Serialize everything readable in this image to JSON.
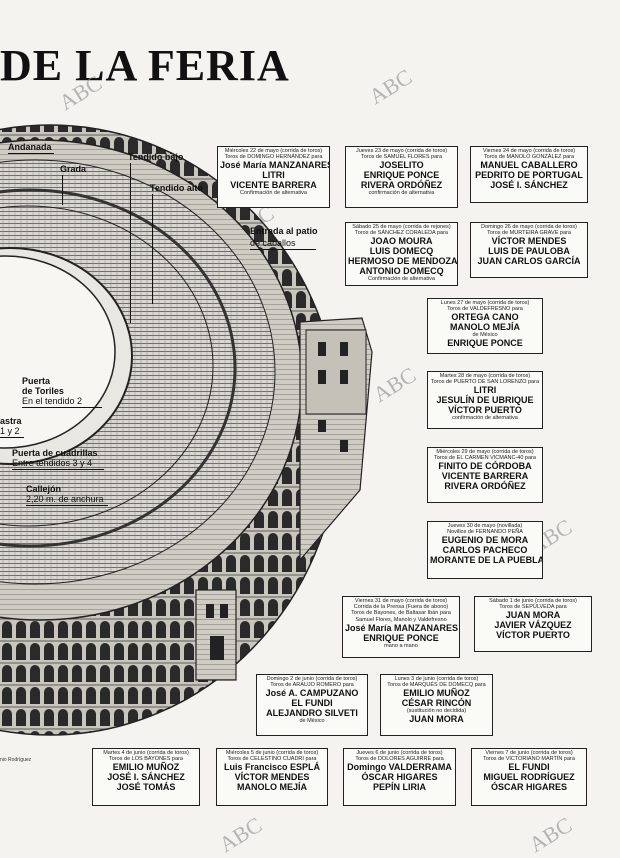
{
  "header": {
    "title": "DE LA FERIA"
  },
  "watermark": "ABC",
  "plaza_labels": {
    "andanada": "Andanada",
    "grada": "Grada",
    "tendido_bajo": "Tendido bajo",
    "tendido_alto": "Tendido alto",
    "entrada_l1": "Entrada al patio",
    "entrada_l2": "de caballos",
    "toriles_l1": "Puerta",
    "toriles_l2": "de Toriles",
    "toriles_l3": "En el tendido 2",
    "maestra_l1": "astra",
    "maestra_l2": "1 y 2",
    "cuadrillas_l1": "Puerta de cuadrillas",
    "cuadrillas_l2": "Entre tendidos 3 y 4",
    "callejon_l1": "Callejón",
    "callejon_l2": "2,20 m. de anchura"
  },
  "credit": "nio Rodríguez",
  "carteles": [
    {
      "hdr": [
        "Miércoles 22 de mayo (corrida de toros)",
        "Toros de DOMINGO HERNÁNDEZ para"
      ],
      "names": [
        "José María MANZANARES",
        "LITRI",
        "VICENTE BARRERA"
      ],
      "note": "Confirmación de alternativa"
    },
    {
      "hdr": [
        "Jueves 23 de mayo (corrida de toros)",
        "Toros de SAMUEL FLORES para"
      ],
      "names": [
        "JOSELITO",
        "ENRIQUE PONCE",
        "RIVERA ORDÓÑEZ"
      ],
      "note": "confirmación de alternativa"
    },
    {
      "hdr": [
        "Viernes 24 de mayo (corrida de toros)",
        "Toros de MANOLO GONZÁLEZ para"
      ],
      "names": [
        "MANUEL CABALLERO",
        "PEDRITO DE PORTUGAL",
        "JOSÉ I. SÁNCHEZ"
      ],
      "note": ""
    },
    {
      "hdr": [
        "Sábado 25 de mayo (corrida de rejones)",
        "Toros de SÁNCHEZ CORALEDA para"
      ],
      "names": [
        "JOAO MOURA",
        "LUIS DOMECQ",
        "HERMOSO DE MENDOZA",
        "ANTONIO DOMECQ"
      ],
      "note": "Confirmación de alternativa"
    },
    {
      "hdr": [
        "Domingo 26 de mayo (corrida de toros)",
        "Toros de MURTEIRA GRAVE para"
      ],
      "names": [
        "VÍCTOR MENDES",
        "LUIS DE PAULOBA",
        "JUAN CARLOS GARCÍA"
      ],
      "note": ""
    },
    {
      "hdr": [
        "Lunes 27 de mayo (corrida de toros)",
        "Toros de VALDEFRESNO para"
      ],
      "names": [
        "ORTEGA CANO",
        "MANOLO MEJÍA"
      ],
      "mid": "de México",
      "names2": [
        "ENRIQUE PONCE"
      ],
      "note": ""
    },
    {
      "hdr": [
        "Martes 28 de mayo (corrida de toros)",
        "Toros de PUERTO DE SAN LORENZO para"
      ],
      "names": [
        "LITRI",
        "JESULÍN DE UBRIQUE",
        "VÍCTOR PUERTO"
      ],
      "note": "confirmación de alternativa"
    },
    {
      "hdr": [
        "Miércoles 29 de mayo (corrida de toros)",
        "Toros de EL CARMEN VICMANC-40 para"
      ],
      "names": [
        "FINITO DE CÓRDOBA",
        "VICENTE BARRERA",
        "RIVERA ORDÓÑEZ"
      ],
      "note": ""
    },
    {
      "hdr": [
        "Jueves 30 de mayo (novillada)",
        "Novillos de FERNANDO PEÑA"
      ],
      "names": [
        "EUGENIO DE MORA",
        "CARLOS PACHECO",
        "MORANTE DE LA PUEBLA"
      ],
      "note": ""
    },
    {
      "hdr": [
        "Viernes 31 de mayo (corrida de toros)",
        "Corrida de la Prensa (Fuera de abono)",
        "Toros de Bayones, de Baltasar Ibán para",
        "Samuel Flores, Manolo y Valdefresno"
      ],
      "names": [
        "José María MANZANARES",
        "ENRIQUE PONCE"
      ],
      "note": "mano a mano"
    },
    {
      "hdr": [
        "Sábado 1 de junio (corrida de toros)",
        "Toros de SEPÚLVEDA para"
      ],
      "names": [
        "JUAN MORA",
        "JAVIER VÁZQUEZ",
        "VÍCTOR PUERTO"
      ],
      "note": ""
    },
    {
      "hdr": [
        "Domingo 2 de junio (corrida de toros)",
        "Toros de ARAUJO ROMERO para"
      ],
      "names": [
        "José A. CAMPUZANO",
        "EL FUNDI",
        "ALEJANDRO SILVETI"
      ],
      "note": "de México"
    },
    {
      "hdr": [
        "Lunes 3 de junio (corrida de toros)",
        "Toros de MARQUÉS DE DOMECQ para"
      ],
      "names": [
        "EMILIO MUÑOZ",
        "CÉSAR RINCÓN"
      ],
      "mid": "(sustitución no decidida)",
      "names2": [
        "JUAN MORA"
      ],
      "note": ""
    },
    {
      "hdr": [
        "Martes 4 de junio (corrida de toros)",
        "Toros de LOS BAYONES para"
      ],
      "names": [
        "EMILIO MUÑOZ",
        "JOSÉ I. SÁNCHEZ",
        "JOSÉ TOMÁS"
      ],
      "note": ""
    },
    {
      "hdr": [
        "Miércoles 5 de junio (corrida de toros)",
        "Toros de CELESTINO CUADRI para"
      ],
      "names": [
        "Luis Francisco ESPLÁ",
        "VÍCTOR MENDES",
        "MANOLO MEJÍA"
      ],
      "note": ""
    },
    {
      "hdr": [
        "Jueves 6 de junio (corrida de toros)",
        "Toros de DOLORES AGUIRRE para"
      ],
      "names": [
        "Domingo VALDERRAMA",
        "ÓSCAR HIGARES",
        "PEPÍN LIRIA"
      ],
      "note": ""
    },
    {
      "hdr": [
        "Viernes 7 de junio (corrida de toros)",
        "Toros de VICTORIANO MARTÍN para"
      ],
      "names": [
        "EL FUNDI",
        "MIGUEL RODRÍGUEZ",
        "ÓSCAR HIGARES"
      ],
      "note": ""
    }
  ]
}
